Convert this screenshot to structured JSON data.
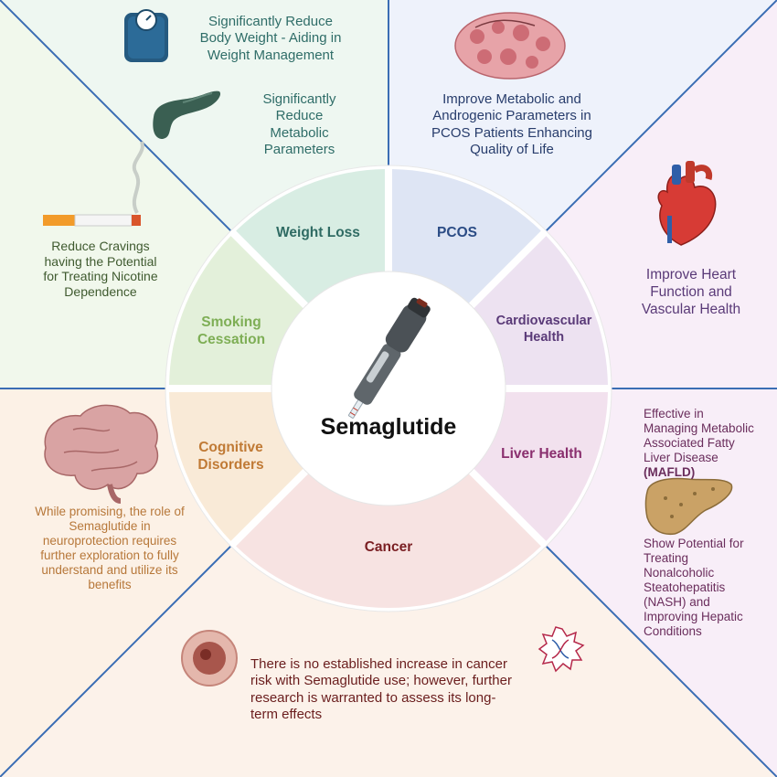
{
  "center": {
    "title": "Semaglutide"
  },
  "segments": {
    "weight_loss": "Weight Loss",
    "pcos": "PCOS",
    "cardiovascular": [
      "Cardiovascular",
      "Health"
    ],
    "liver": "Liver Health",
    "cancer": "Cancer",
    "cognitive": [
      "Cognitive",
      "Disorders"
    ],
    "smoking": [
      "Smoking",
      "Cessation"
    ]
  },
  "descriptions": {
    "weight_body": [
      "Significantly Reduce",
      "Body Weight - Aiding in",
      "Weight Management"
    ],
    "weight_metabolic": [
      "Significantly",
      "Reduce",
      "Metabolic",
      "Parameters"
    ],
    "pcos": [
      "Improve Metabolic and",
      "Androgenic Parameters in",
      "PCOS Patients Enhancing",
      "Quality of Life"
    ],
    "heart": [
      "Improve Heart",
      "Function and",
      "Vascular Health"
    ],
    "mafld": [
      "Effective in",
      "Managing Metabolic",
      "Associated Fatty",
      "Liver Disease",
      "(MAFLD)"
    ],
    "nash": [
      "Show Potential for",
      "Treating",
      "Nonalcoholic",
      "Steatohepatitis",
      "(NASH) and",
      "Improving Hepatic",
      "Conditions"
    ],
    "cancer": [
      "There is no established increase in cancer",
      "risk with Semaglutide use; however, further",
      "research is warranted to assess its long-",
      "term effects"
    ],
    "cognitive": [
      "While promising, the role of",
      "Semaglutide in",
      "neuroprotection requires",
      "further exploration to fully",
      "understand and utilize its",
      "benefits"
    ],
    "smoking": [
      "Reduce Cravings",
      "having the Potential",
      "for Treating Nicotine",
      "Dependence"
    ]
  },
  "colors": {
    "bg_weight": "#eef7f1",
    "bg_pcos": "#eef2fb",
    "bg_cardio": "#f8eef8",
    "bg_liver": "#f8eef8",
    "bg_cancer": "#fcf2ea",
    "bg_cognitive": "#fcf1e6",
    "bg_smoking": "#f1f8ec",
    "divider": "#3a6db4",
    "seg_weight": "#d8ede3",
    "seg_pcos": "#dee5f4",
    "seg_cardio": "#ede2f1",
    "seg_liver": "#f2e1ee",
    "seg_cancer": "#f7e3e2",
    "seg_cognitive": "#f9ead7",
    "seg_smoking": "#e3f0da",
    "label_weight": "#2f6b63",
    "label_pcos": "#2b4c85",
    "label_cardio": "#5a3a78",
    "label_liver": "#8a2f6e",
    "label_cancer": "#7a1e22",
    "label_cognitive": "#c07a35",
    "label_smoking": "#7eae55",
    "text_weight": "#2f6d68",
    "text_pcos": "#283d6c",
    "text_cardio": "#5a3a78",
    "text_liver": "#6a2d5c",
    "text_cancer": "#6a1d1d",
    "text_cognitive": "#b7783a",
    "text_smoking": "#3f5a2f"
  },
  "icons": [
    "scale-icon",
    "pancreas-icon",
    "ovary-icon",
    "heart-icon",
    "liver-icon",
    "cancer-cell-icon",
    "virus-dna-icon",
    "brain-icon",
    "cigarette-icon",
    "injection-pen-icon"
  ]
}
